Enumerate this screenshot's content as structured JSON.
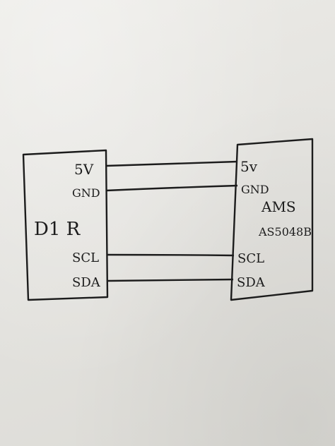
{
  "left_module": {
    "name": "D1 R",
    "pins": [
      "5V",
      "GND",
      "SCL",
      "SDA"
    ]
  },
  "right_module": {
    "name_line1": "AMS",
    "name_line2": "AS5048B",
    "pins": [
      "5v",
      "GND",
      "SCL",
      "SDA"
    ]
  },
  "colors": {
    "ink": "#1c1c1c",
    "paper": "#e6e5e1"
  }
}
